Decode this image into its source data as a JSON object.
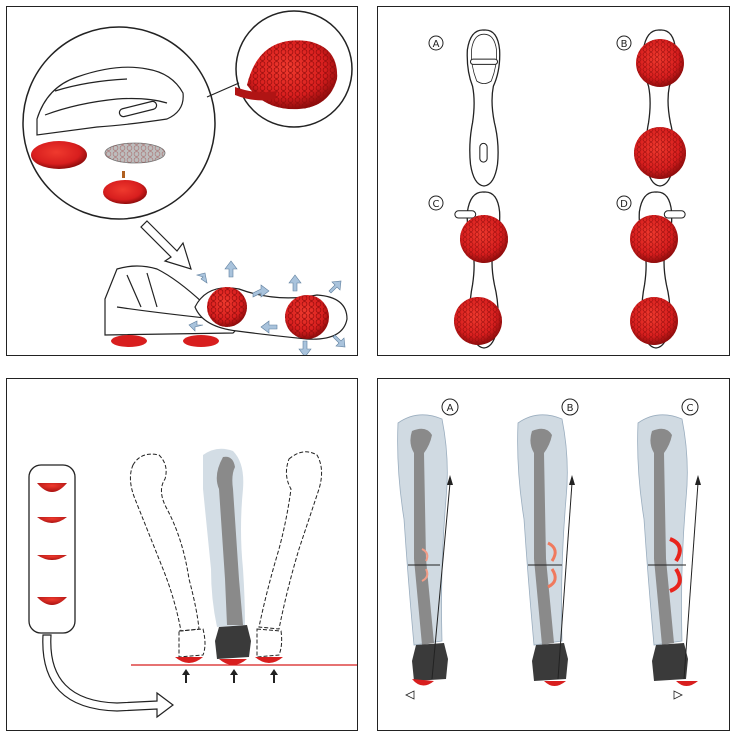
{
  "panels": {
    "shoe_assembly": {},
    "sole_configurations": {
      "labels": [
        "A",
        "B",
        "C",
        "D"
      ]
    },
    "pod_selection": {},
    "knee_moments": {
      "labels": [
        "A",
        "B",
        "C"
      ]
    }
  },
  "colors": {
    "pod_red": "#d81e1e",
    "pod_dark_red": "#9a0f0f",
    "leg_fill": "#c8d4de",
    "bone": "#8a8a8a",
    "boot": "#3a3a3a",
    "ground_line": "#d81e1e",
    "arrow_blue": "#a9c3dc",
    "moment_arrow": "#e8241c"
  }
}
